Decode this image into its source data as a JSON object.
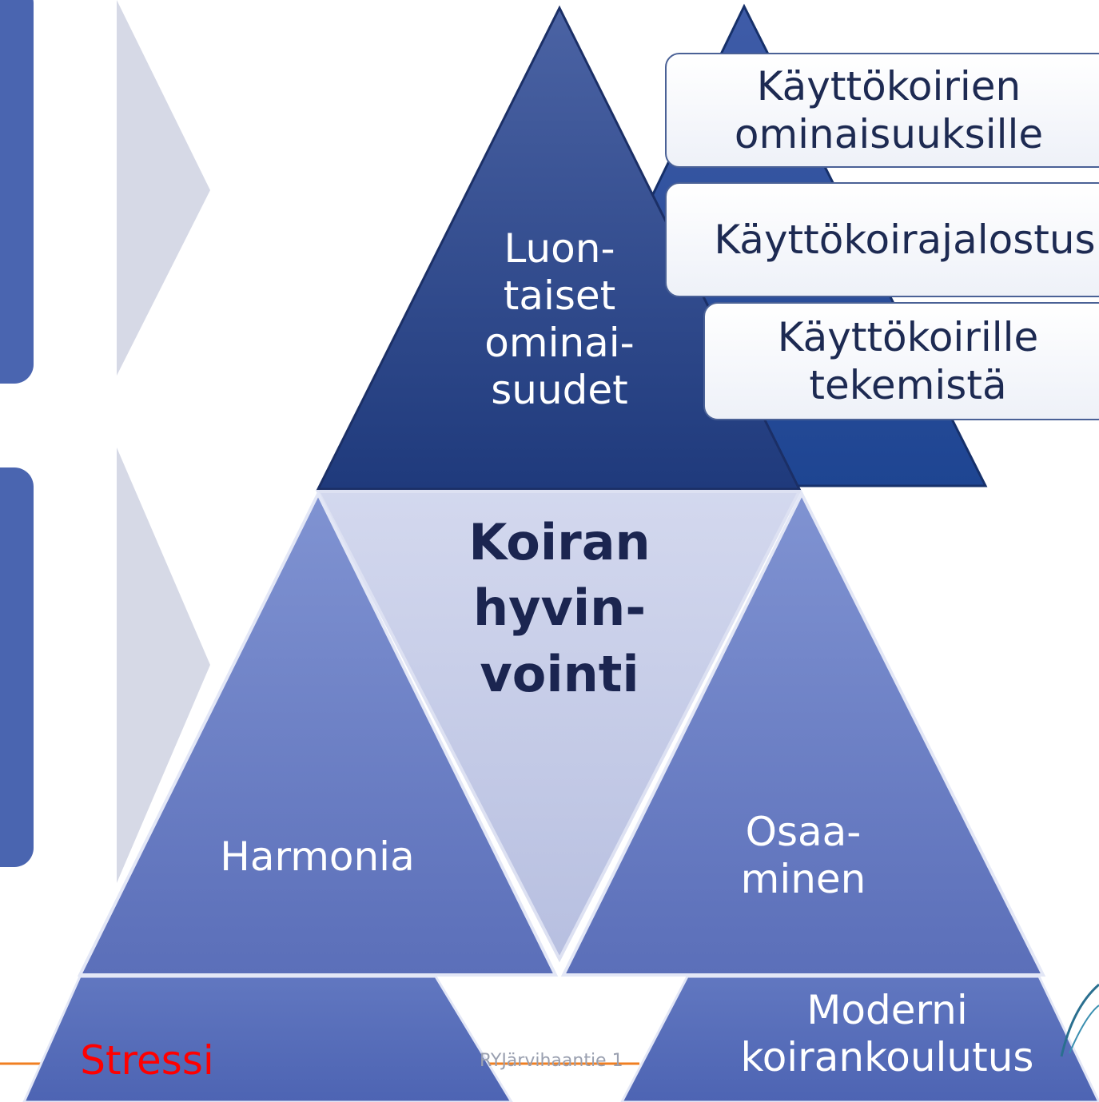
{
  "top_triangle": {
    "label": "Luon-\ntaiset\nominai-\nsuudet"
  },
  "center_triangle": {
    "label": "Koiran\nhyvin-\nvointi"
  },
  "left_triangle": {
    "label": "Harmonia"
  },
  "right_triangle": {
    "label": "Osaa-\nminen"
  },
  "side_boxes": [
    {
      "label": "Käyttökoirien\nominaisuuksille"
    },
    {
      "label": "Käyttökoirajalostus"
    },
    {
      "label": "Käyttökoirille\ntekemistä"
    }
  ],
  "bottom_left_triangle": {
    "label": "Stressi",
    "color": "#ff0000"
  },
  "bottom_right_triangle": {
    "label": "Moderni\nkoirankoulutus"
  },
  "footer": {
    "text": "RYJärvihaantie 1",
    "line_color": "#f07f22"
  },
  "colors": {
    "top_triangle": "#2d4a8c",
    "side_triangles": "#5f78c2",
    "center_triangle": "#c6cce6",
    "arrows": "#d6d9e6",
    "left_bars": "#4a65b0"
  }
}
